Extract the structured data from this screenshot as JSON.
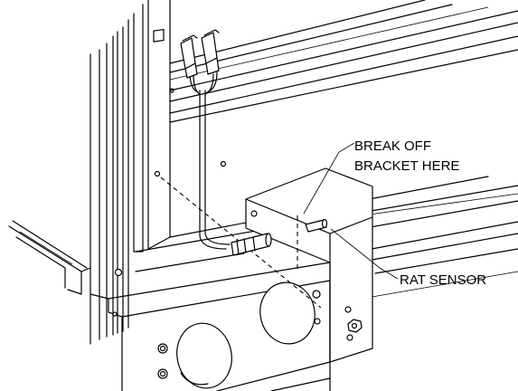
{
  "labels": {
    "break_line1": "BREAK OFF",
    "break_line2": "BRACKET HERE",
    "rat_sensor": "RAT SENSOR"
  }
}
